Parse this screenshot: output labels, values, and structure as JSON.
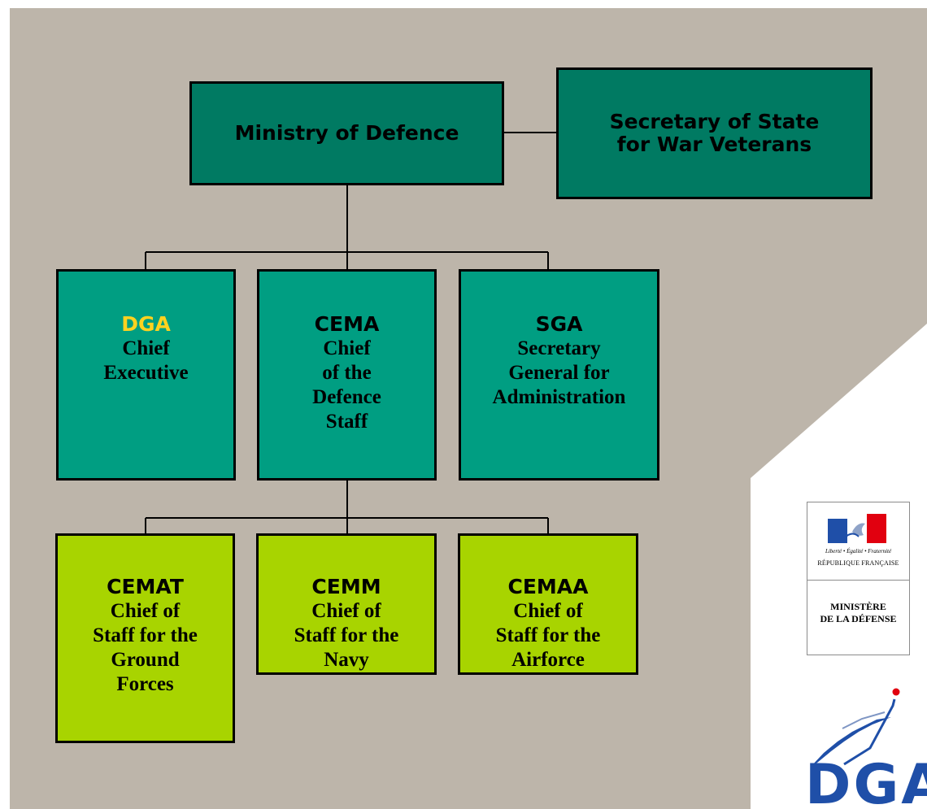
{
  "colors": {
    "background": "#bdb5aa",
    "level0_fill": "#007a62",
    "level1_fill": "#009e82",
    "level2_fill": "#a8d400",
    "highlight": "#ffd21f",
    "dga_blue": "#1f4fa8",
    "flag_red": "#e1000f"
  },
  "top": {
    "ministry": "Ministry of Defence",
    "secretary_line1": "Secretary of State",
    "secretary_line2": "for War Veterans"
  },
  "level1": [
    {
      "abbr": "DGA",
      "desc": "Chief\nExecutive"
    },
    {
      "abbr": "CEMA",
      "desc": "Chief\nof the\nDefence\nStaff"
    },
    {
      "abbr": "SGA",
      "desc": "Secretary\nGeneral for\nAdministration"
    }
  ],
  "level2": [
    {
      "abbr": "CEMAT",
      "desc": "Chief of\nStaff for the\nGround\nForces"
    },
    {
      "abbr": "CEMM",
      "desc": "Chief of\nStaff for the\nNavy"
    },
    {
      "abbr": "CEMAA",
      "desc": "Chief of\nStaff for the\nAirforce"
    }
  ],
  "logos": {
    "motto": "Liberté • Égalité • Fraternité",
    "republic": "RÉPUBLIQUE FRANÇAISE",
    "ministry": "MINISTÈRE\nDE LA DÉFENSE",
    "dga": "DGA"
  }
}
